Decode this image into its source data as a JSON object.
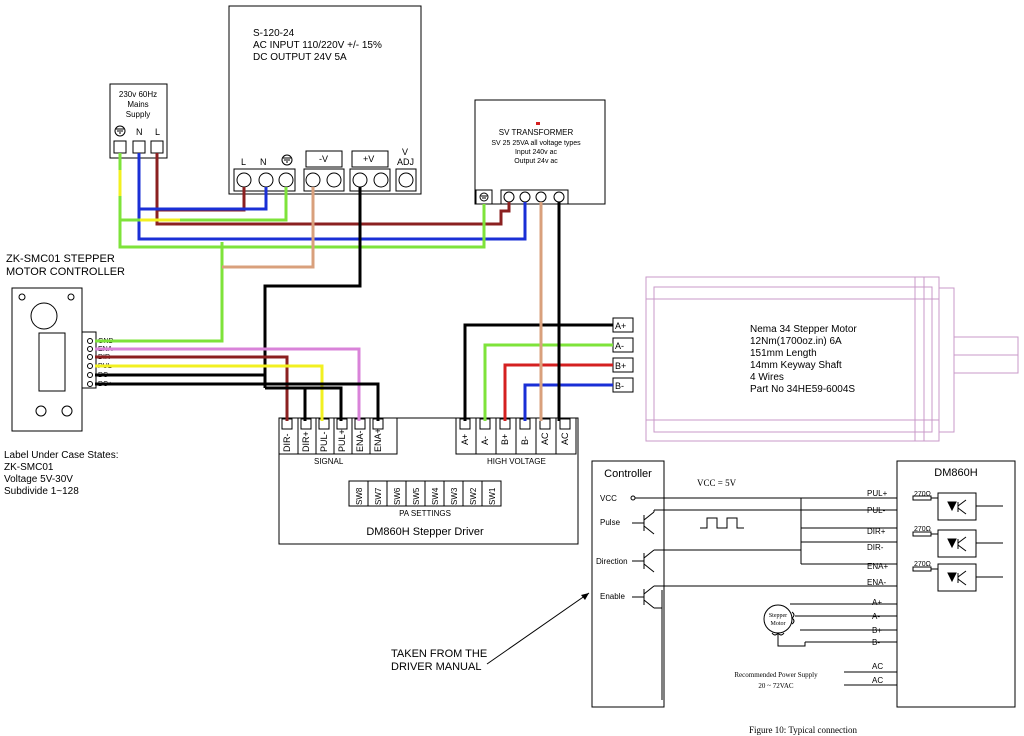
{
  "psu": {
    "model": "S-120-24",
    "input": "AC INPUT 110/220V +/- 15%",
    "output": "DC OUTPUT 24V 5A",
    "terminals": [
      "L",
      "N",
      "-V",
      "+V",
      "V",
      "ADJ"
    ]
  },
  "mains": {
    "line1": "230v 60Hz",
    "line2": "Mains",
    "line3": "Supply",
    "terminals": [
      "N",
      "L"
    ]
  },
  "transformer": {
    "title": "SV TRANSFORMER",
    "line2": "SV 25 25VA all voltage types",
    "line3": "Input 240v ac",
    "line4": "Output 24v ac"
  },
  "controller": {
    "title1": "ZK-SMC01 STEPPER",
    "title2": "MOTOR CONTROLLER",
    "pins": [
      "GND",
      "ENA",
      "DIR",
      "PUL",
      "DC-",
      "DC+"
    ],
    "label1": "Label Under Case States:",
    "label2": "ZK-SMC01",
    "label3": "Voltage 5V-30V",
    "label4": "Subdivide 1~128"
  },
  "motor": {
    "terminals": [
      "A+",
      "A-",
      "B+",
      "B-"
    ],
    "line1": "Nema 34 Stepper Motor",
    "line2": "12Nm(1700oz.in) 6A",
    "line3": "151mm Length",
    "line4": "14mm Keyway Shaft",
    "line5": "4 Wires",
    "line6": "Part No 34HE59-6004S"
  },
  "driver": {
    "signal_pins": [
      "DIR-",
      "DIR+",
      "PUL-",
      "PUL+",
      "ENA-",
      "ENA+"
    ],
    "hv_pins": [
      "A+",
      "A-",
      "B+",
      "B-",
      "AC",
      "AC"
    ],
    "signal_label": "SIGNAL",
    "hv_label": "HIGH VOLTAGE",
    "switches": [
      "SW8",
      "SW7",
      "SW6",
      "SW5",
      "SW4",
      "SW3",
      "SW2",
      "SW1"
    ],
    "pa_settings": "PA SETTINGS",
    "name": "DM860H Stepper Driver"
  },
  "manual": {
    "controller_title": "Controller",
    "vcc_note": "VCC = 5V",
    "left_labels": [
      "VCC",
      "Pulse",
      "Direction",
      "Enable"
    ],
    "driver_title": "DM860H",
    "right_labels": [
      "PUL+",
      "PUL-",
      "DIR+",
      "DIR-",
      "ENA+",
      "ENA-",
      "A+",
      "A-",
      "B+",
      "B-",
      "AC",
      "AC"
    ],
    "resistor": "270Ω",
    "motor_label1": "Stepper",
    "motor_label2": "Motor",
    "power_label": "Recommended Power Supply",
    "power_range": "20 ~ 72VAC",
    "caption": "Figure 10: Typical connection"
  },
  "note": {
    "line1": "TAKEN FROM THE",
    "line2": "DRIVER MANUAL"
  },
  "colors": {
    "green": "#7ee33a",
    "blue": "#1a2fd6",
    "brown": "#8b2020",
    "yellow": "#f2f020",
    "tan": "#d9a07c",
    "black": "#000000",
    "pink": "#d983d9",
    "red": "#d42020",
    "motor_outline": "#c89ac8"
  }
}
